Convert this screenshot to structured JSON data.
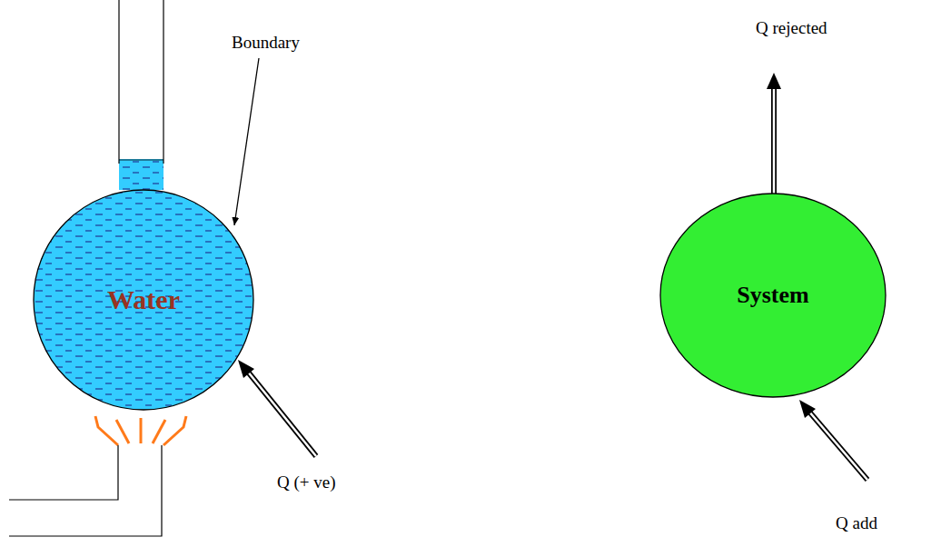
{
  "diagram": {
    "nodes": [
      {
        "text": [
          "Water"
        ]
      },
      {
        "text": [
          "System"
        ]
      }
    ],
    "labels": [
      "Boundary",
      "Q (+ ve)",
      "Q rejected",
      "Q add"
    ]
  }
}
